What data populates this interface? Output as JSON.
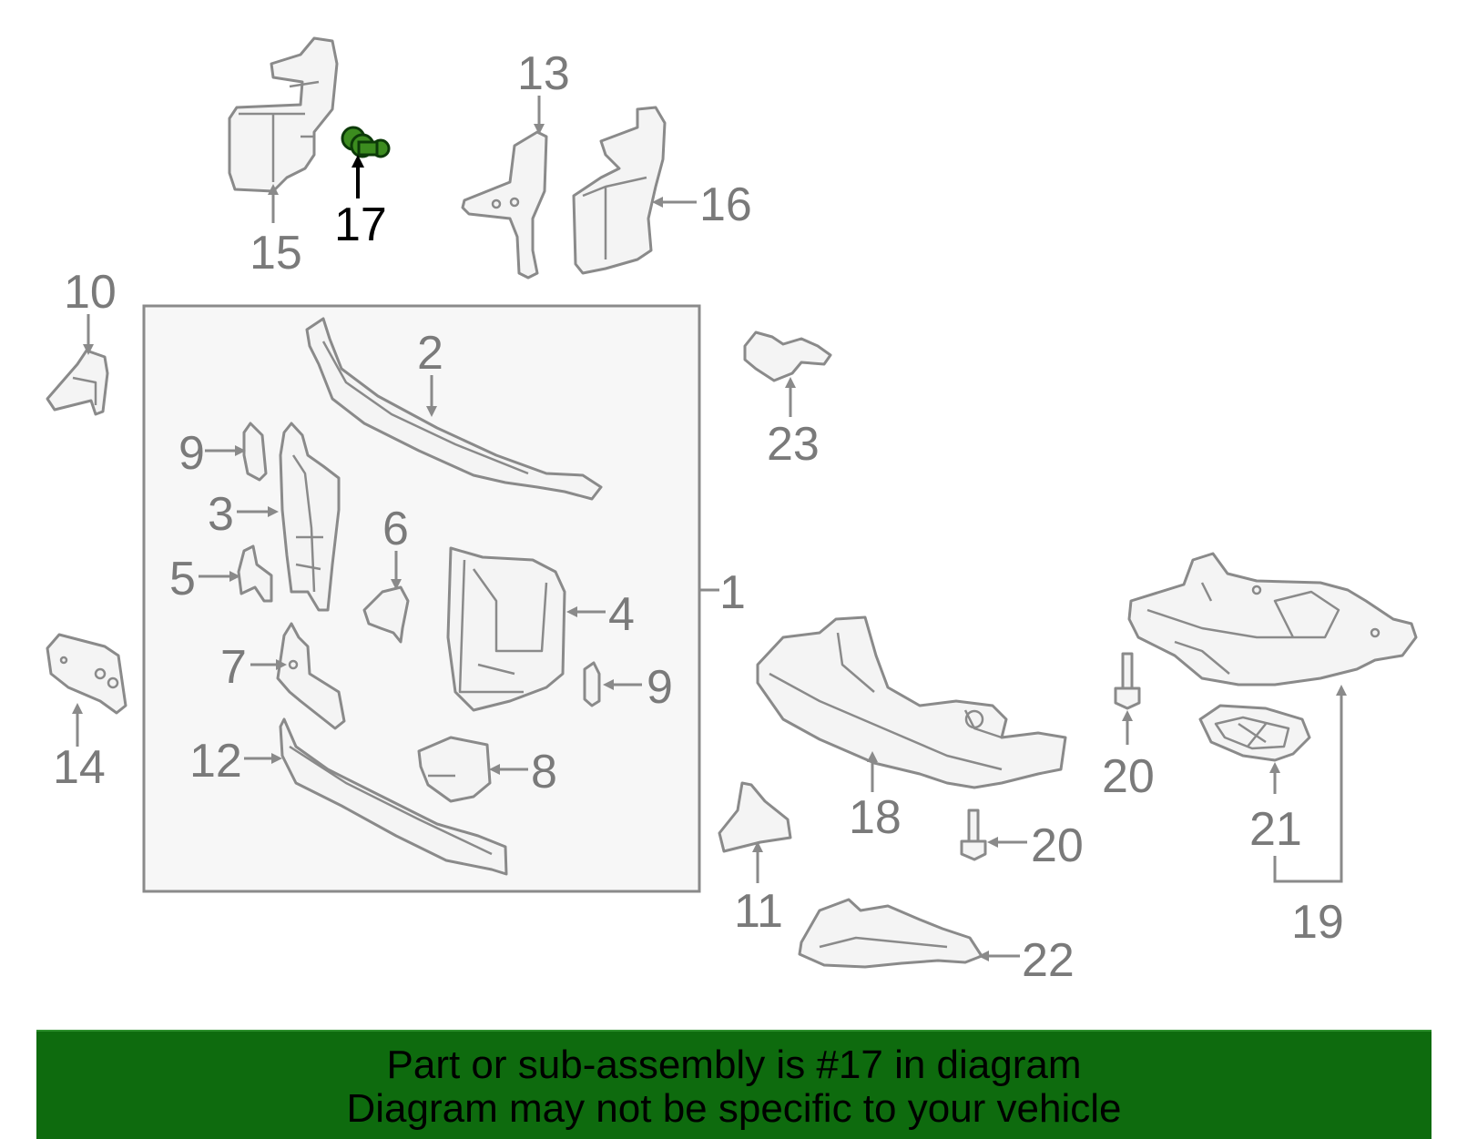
{
  "highlight_color": "#0e6b0e",
  "part_color": "#4a8a2a",
  "highlighted_part": "17",
  "labels": {
    "l1": "1",
    "l2": "2",
    "l3": "3",
    "l4": "4",
    "l5": "5",
    "l6": "6",
    "l7": "7",
    "l8": "8",
    "l9a": "9",
    "l9b": "9",
    "l10": "10",
    "l11": "11",
    "l12": "12",
    "l13": "13",
    "l14": "14",
    "l15": "15",
    "l16": "16",
    "l17": "17",
    "l18": "18",
    "l19": "19",
    "l20a": "20",
    "l20b": "20",
    "l21": "21",
    "l22": "22",
    "l23": "23"
  },
  "footer": {
    "line1": "Part or sub-assembly is #17 in diagram",
    "line2": "Diagram may not be specific to your vehicle"
  }
}
